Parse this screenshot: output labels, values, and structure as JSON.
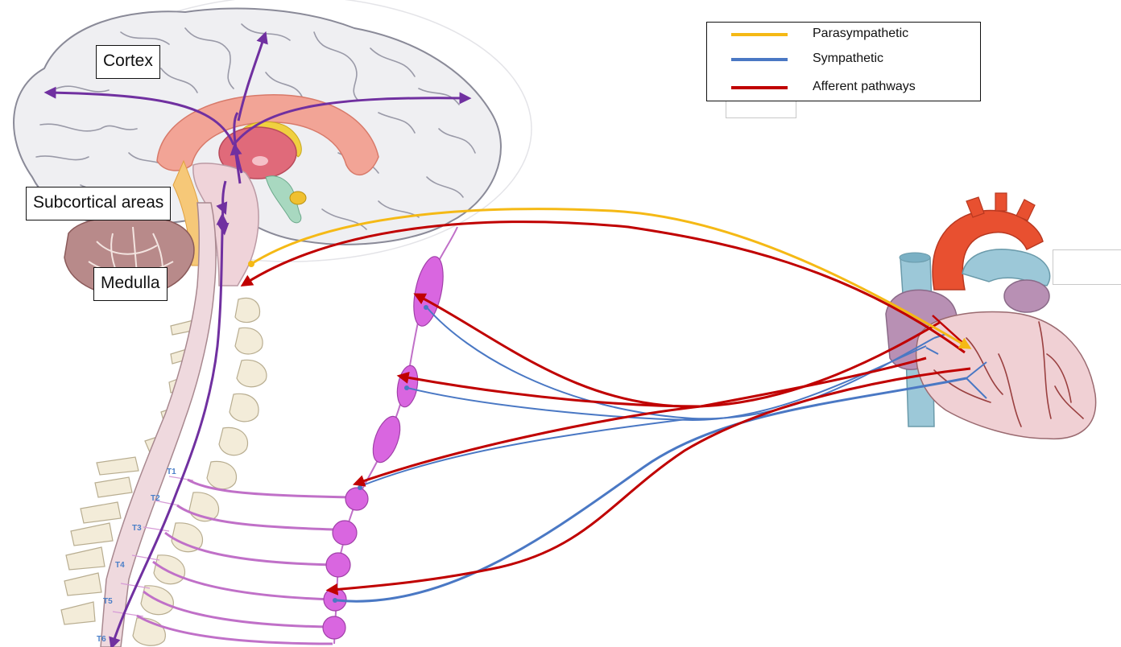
{
  "labels": {
    "cortex": "Cortex",
    "subcortical": "Subcortical areas",
    "medulla": "Medulla"
  },
  "legend": [
    {
      "label": "Parasympathetic",
      "color": "#f5b915"
    },
    {
      "label": "Sympathetic",
      "color": "#4a78c4"
    },
    {
      "label": "Afferent pathways",
      "color": "#c00000"
    }
  ],
  "vertebrae_labels": [
    "T1",
    "T2",
    "T3",
    "T4",
    "T5",
    "T6"
  ],
  "colors": {
    "purple": "#7030a0",
    "red": "#c00000",
    "blue": "#4a78c4",
    "yellow": "#f5b915",
    "ganglion": "#d966e0",
    "cord": "#efd9de",
    "brain": "#efeff2"
  },
  "icons": {
    "brain": "brain-illustration",
    "heart": "heart-illustration",
    "spine": "spinal-cord-illustration"
  }
}
